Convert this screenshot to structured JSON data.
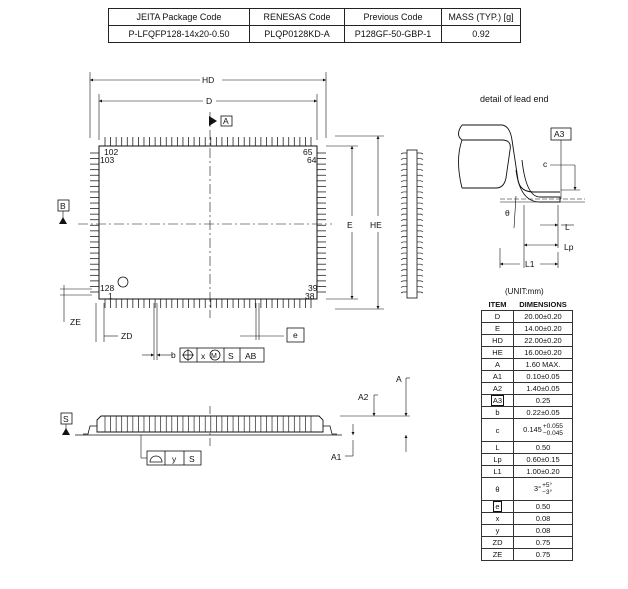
{
  "header_table": {
    "headers": [
      "JEITA Package Code",
      "RENESAS Code",
      "Previous Code",
      "MASS (TYP.) [g]"
    ],
    "values": [
      "P-LFQFP128-14x20-0.50",
      "PLQP0128KD-A",
      "P128GF-50-GBP-1",
      "0.92"
    ]
  },
  "labels": {
    "hd": "HD",
    "d": "D",
    "e": "E",
    "he": "HE",
    "a": "A",
    "b_ref": "B",
    "pin102": "102",
    "pin103": "103",
    "pin65": "65",
    "pin64": "64",
    "pin128": "128",
    "pin1": "1",
    "pin39": "39",
    "pin38": "38",
    "ze": "ZE",
    "zd": "ZD",
    "e_box": "e",
    "b": "b",
    "tol_x": "x",
    "tol_m": "M",
    "tol_s": "S",
    "tol_ab": "AB",
    "a_top": "A",
    "a2": "A2",
    "a1": "A1",
    "s_ref": "S",
    "tol_y": "y",
    "tol_s2": "S",
    "a3": "A3",
    "c": "c",
    "theta": "θ",
    "l": "L",
    "lp": "Lp",
    "l1": "L1"
  },
  "detail_title": "detail of lead end",
  "unit": "(UNIT:mm)",
  "dimensions": {
    "col_item": "ITEM",
    "col_dim": "DIMENSIONS",
    "rows": [
      {
        "item": "D",
        "value": "20.00±0.20"
      },
      {
        "item": "E",
        "value": "14.00±0.20"
      },
      {
        "item": "HD",
        "value": "22.00±0.20"
      },
      {
        "item": "HE",
        "value": "16.00±0.20"
      },
      {
        "item": "A",
        "value": "1.60 MAX."
      },
      {
        "item": "A1",
        "value": "0.10±0.05"
      },
      {
        "item": "A2",
        "value": "1.40±0.05"
      },
      {
        "item": "A3",
        "value": "0.25"
      },
      {
        "item": "b",
        "value": "0.22±0.05"
      },
      {
        "item": "c",
        "value": "0.145",
        "tol_plus": "+0.055",
        "tol_minus": "−0.045"
      },
      {
        "item": "L",
        "value": "0.50"
      },
      {
        "item": "Lp",
        "value": "0.60±0.15"
      },
      {
        "item": "L1",
        "value": "1.00±0.20"
      },
      {
        "item": "θ",
        "value": "3°",
        "tol_plus": "+5°",
        "tol_minus": "−3°"
      },
      {
        "item": "e",
        "value": "0.50"
      },
      {
        "item": "x",
        "value": "0.08"
      },
      {
        "item": "y",
        "value": "0.08"
      },
      {
        "item": "ZD",
        "value": "0.75"
      },
      {
        "item": "ZE",
        "value": "0.75"
      }
    ]
  }
}
